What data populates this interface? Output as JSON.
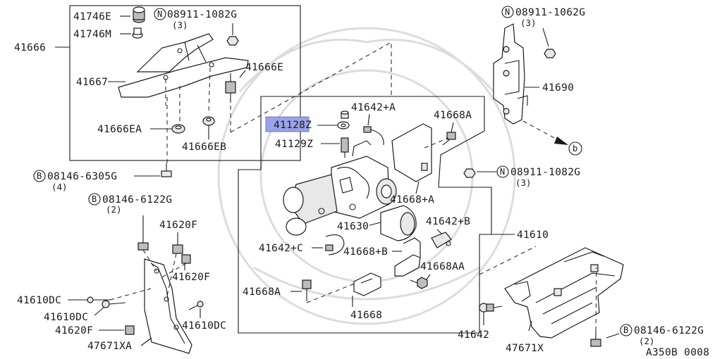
{
  "labels": {
    "l41746E": "41746E",
    "l41746M": "41746M",
    "l41666": "41666",
    "l41667": "41667",
    "l41666E": "41666E",
    "l41666EA": "41666EA",
    "l41666EB": "41666EB",
    "l08911_1082G_top": "08911-1082G",
    "l3_top": "(3)",
    "l08146_6305G": "08146-6305G",
    "l4": "(4)",
    "l08146_6122G_left": "08146-6122G",
    "l2_left": "(2)",
    "l41620F_a": "41620F",
    "l41620F_b": "41620F",
    "l41610DC_a": "41610DC",
    "l41610DC_b": "41610DC",
    "l41610DC_c": "41610DC",
    "l41620F_c": "41620F",
    "l47671XA": "47671XA",
    "l41642A": "41642+A",
    "l41668A_top": "41668A",
    "l41128Z": "41128Z",
    "l41129Z": "41129Z",
    "l41668A_mid": "41668+A",
    "l41630": "41630",
    "l41642B": "41642+B",
    "l41642C": "41642+C",
    "l41668B": "41668+B",
    "l41668AA": "41668AA",
    "l41668A_low": "41668A",
    "l41668": "41668",
    "l41610": "41610",
    "l08911_1062G": "08911-1062G",
    "l3_right": "(3)",
    "l41690": "41690",
    "lb": "b",
    "l08911_1082G_mid": "08911-1082G",
    "l3_mid": "(3)",
    "l41642": "41642",
    "l47671X": "47671X",
    "l08146_6122G_right": "08146-6122G",
    "l2_right": "(2)",
    "code": "A350B 0008"
  },
  "callouts": {
    "N": "N",
    "B": "B"
  },
  "colors": {
    "highlight": "#9aa3e6",
    "ink": "#1a1a1a"
  }
}
